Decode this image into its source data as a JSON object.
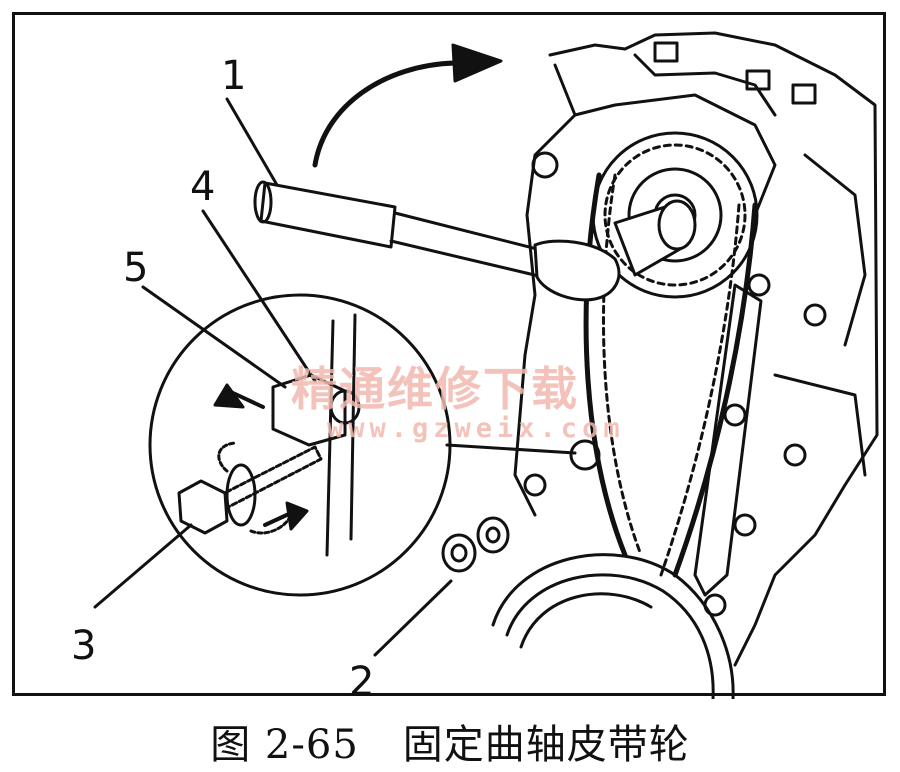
{
  "figure": {
    "callouts": {
      "one": "1",
      "two": "2",
      "three": "3",
      "four": "4",
      "five": "5"
    },
    "watermark": {
      "text": "精通维修下载",
      "url": "www.gzweix.com"
    },
    "caption": {
      "number": "图 2-65",
      "title": "固定曲轴皮带轮"
    }
  }
}
